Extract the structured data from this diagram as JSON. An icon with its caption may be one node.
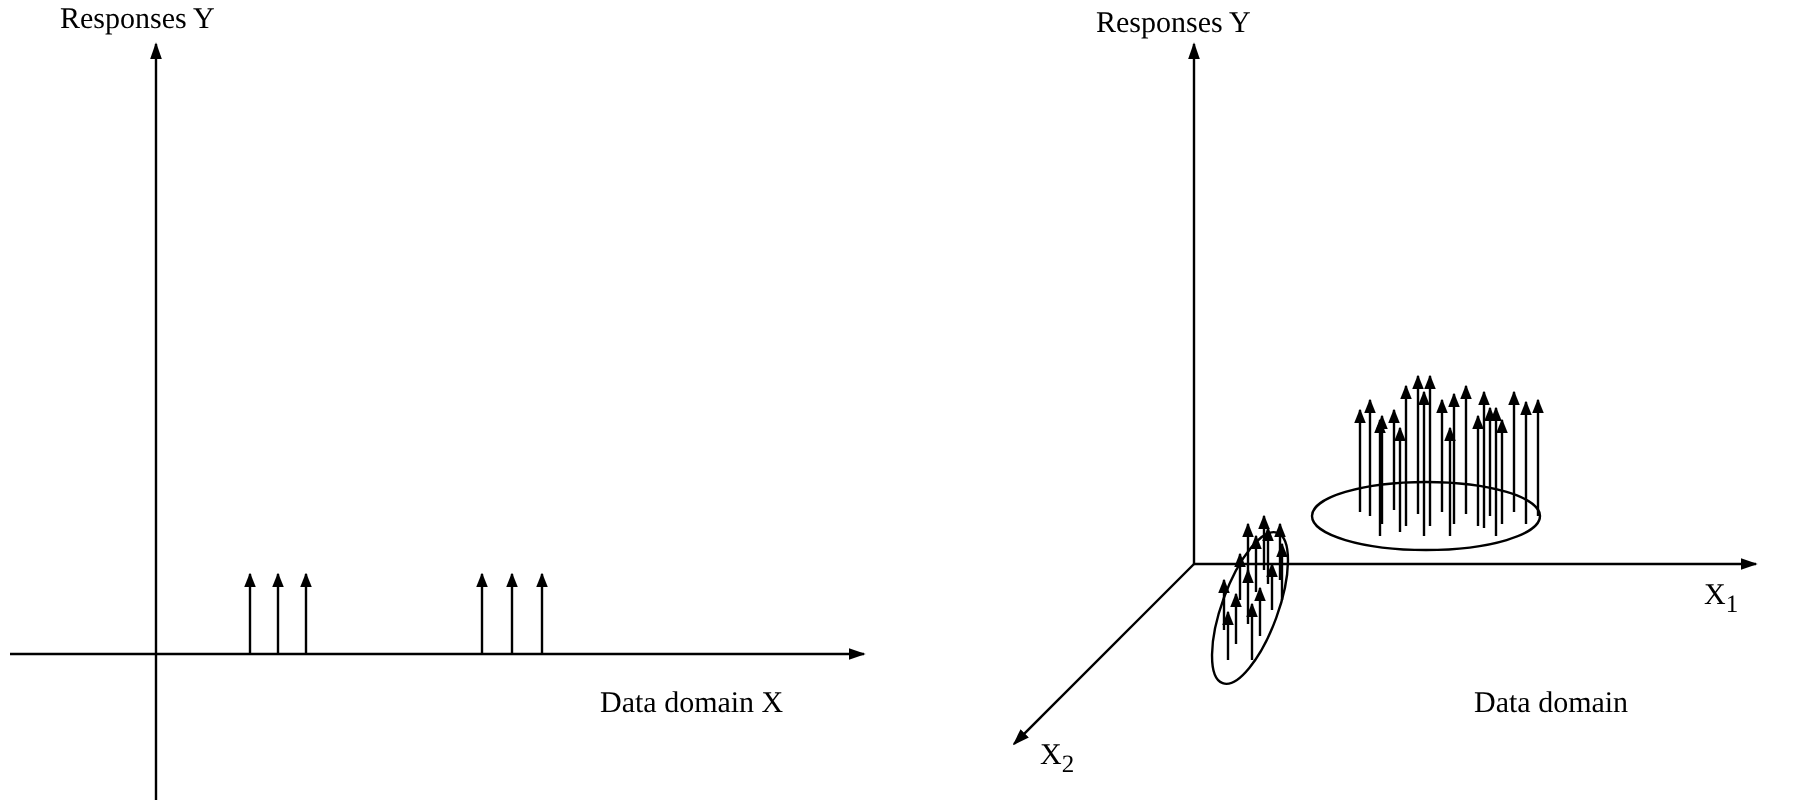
{
  "diagram": {
    "labels": [
      "Responses Y",
      "Data domain X",
      "Responses Y",
      "X$_{1}$",
      "X$_{2}$",
      "Data domain"
    ]
  }
}
